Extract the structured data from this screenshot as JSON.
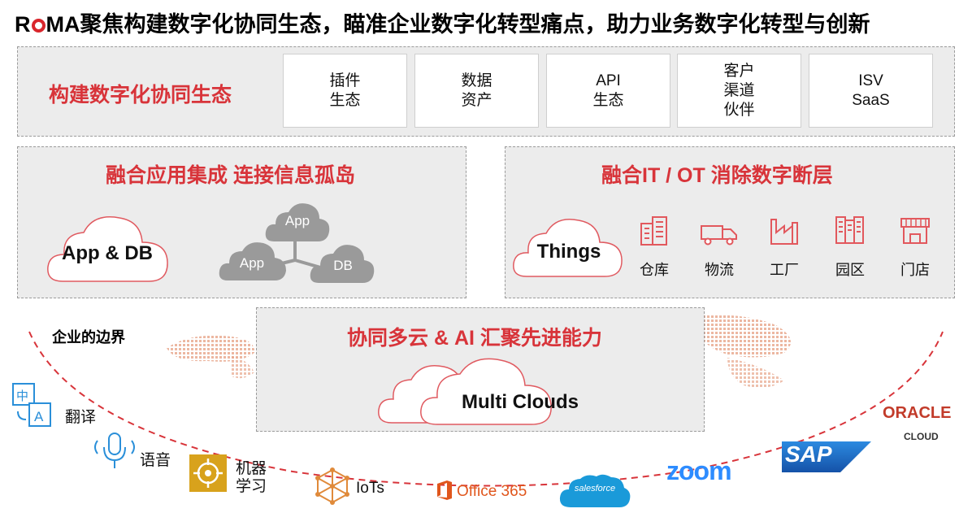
{
  "title": {
    "brand_r": "R",
    "brand_ma": "MA",
    "text": "聚焦构建数字化协同生态，瞄准企业数字化转型痛点，助力业务数字化转型与创新"
  },
  "ecosystem": {
    "heading": "构建数字化协同生态",
    "tiles": [
      {
        "lines": [
          "插件",
          "生态"
        ]
      },
      {
        "lines": [
          "数据",
          "资产"
        ]
      },
      {
        "lines": [
          "API",
          "生态"
        ]
      },
      {
        "lines": [
          "客户",
          "渠道",
          "伙伴"
        ]
      },
      {
        "lines": [
          "ISV",
          "SaaS"
        ]
      }
    ]
  },
  "app_integration": {
    "heading": "融合应用集成 连接信息孤岛",
    "cloud_label": "App & DB",
    "node_top": "App",
    "node_left": "App",
    "node_right": "DB"
  },
  "it_ot": {
    "heading": "融合IT / OT 消除数字断层",
    "cloud_label": "Things",
    "items": [
      {
        "label": "仓库",
        "icon": "building-icon"
      },
      {
        "label": "物流",
        "icon": "truck-icon"
      },
      {
        "label": "工厂",
        "icon": "factory-icon"
      },
      {
        "label": "园区",
        "icon": "campus-icon"
      },
      {
        "label": "门店",
        "icon": "store-icon"
      }
    ]
  },
  "multicloud": {
    "heading": "协同多云 & AI 汇聚先进能力",
    "cloud_label": "Multi Clouds"
  },
  "boundary_label": "企业的边界",
  "ai_services": [
    {
      "label": "翻译",
      "icon": "translate-icon",
      "glyph_zh": "中",
      "glyph_en": "A"
    },
    {
      "label": "语音",
      "icon": "microphone-icon"
    },
    {
      "label_1": "机器",
      "label_2": "学习",
      "icon": "machine-learning-icon"
    },
    {
      "label": "IoTs",
      "icon": "iot-network-icon"
    }
  ],
  "vendors": {
    "office": "Office 365",
    "salesforce": "salesforce",
    "zoom": "zoom",
    "sap": "SAP",
    "oracle_1": "ORACLE",
    "oracle_2": "CLOUD"
  },
  "colors": {
    "accent_red": "#d8343a",
    "panel_gray": "#ececec",
    "cloud_gray": "#9a9a9a",
    "icon_red": "#e2585d",
    "icon_blue": "#2a8fd9",
    "zoom_blue": "#2d8cff",
    "sap_blue": "#1f6cc0",
    "salesforce_blue": "#1a9ad9",
    "office_orange": "#e0561c",
    "oracle_red": "#c23b2a",
    "ml_gold": "#d8a21c"
  }
}
